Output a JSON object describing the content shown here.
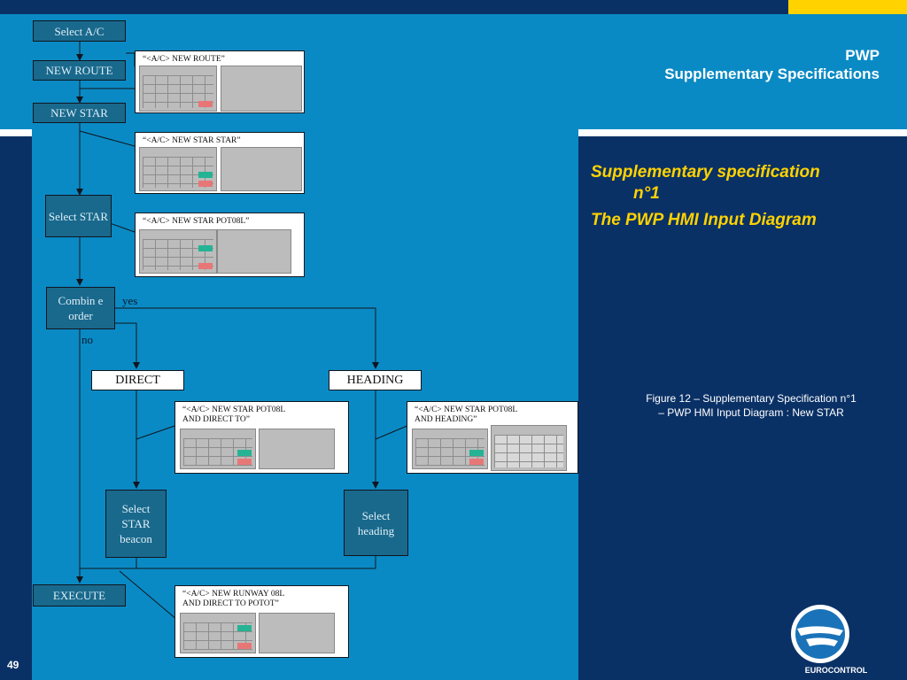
{
  "header": {
    "title_line1": "PWP",
    "title_line2": "Supplementary Specifications"
  },
  "spec": {
    "line1": "Supplementary specification",
    "line2": "n°1",
    "line3": "The PWP HMI Input Diagram"
  },
  "caption": "Figure 12 – Supplementary Specification n°1 – PWP HMI Input Diagram : New STAR",
  "page_number": "49",
  "logo_text": "EUROCONTROL",
  "nodes": {
    "select_ac": "Select A/C",
    "new_route": "NEW ROUTE",
    "new_star": "NEW STAR",
    "select_star": "Select STAR",
    "combine_order": "Combin e order",
    "direct": "DIRECT",
    "heading": "HEADING",
    "select_star_beacon": "Select STAR beacon",
    "select_heading": "Select heading",
    "execute": "EXECUTE"
  },
  "edge_labels": {
    "yes": "yes",
    "no": "no"
  },
  "cards": {
    "new_route": "“<A/C> NEW ROUTE”",
    "new_star": "“<A/C> NEW STAR STAR”",
    "pot08l": "“<A/C> NEW STAR POT08L”",
    "direct_to": "“<A/C> NEW STAR POT08L\nAND DIRECT TO”",
    "heading": "“<A/C> NEW STAR POT08L\nAND HEADING”",
    "runway": "“<A/C> NEW RUNWAY 08L\nAND DIRECT TO POTOT”"
  },
  "colors": {
    "navy": "#0a3166",
    "cyan": "#0a8ac4",
    "yellow": "#ffd200",
    "node_fill": "#19698d"
  }
}
